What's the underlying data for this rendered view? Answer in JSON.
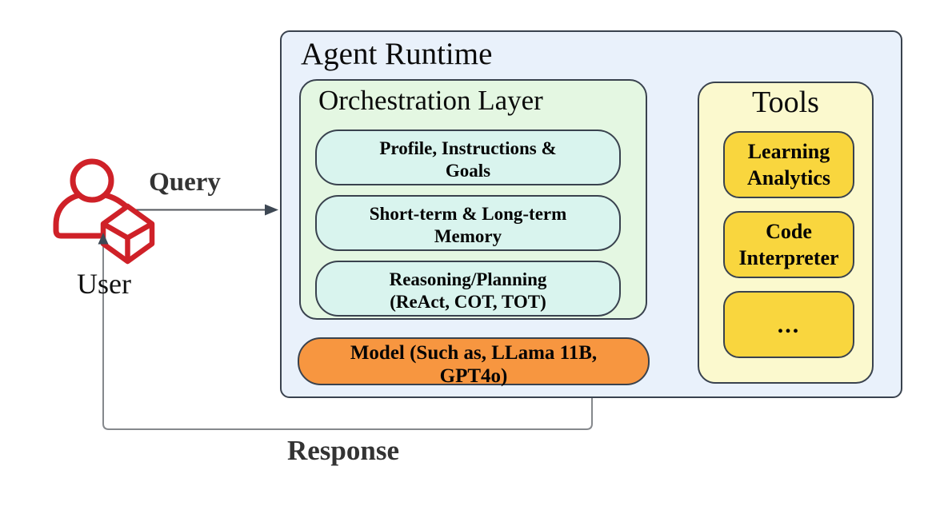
{
  "colors": {
    "runtime_fill": "#e9f1fb",
    "stroke_dark": "#39424e",
    "orch_fill": "#e4f7e2",
    "node_fill": "#d9f4ee",
    "model_fill": "#f79640",
    "tools_fill": "#fbf9ce",
    "tool_fill": "#f9d63e",
    "user_red": "#cf2128",
    "line_dark": "#53575d",
    "line_light": "#85888c",
    "arrowhead": "#3e4854",
    "label_ink": "#333333"
  },
  "user": {
    "label": "User"
  },
  "edges": {
    "query_label": "Query",
    "response_label": "Response"
  },
  "agent_runtime": {
    "title": "Agent Runtime",
    "orchestration": {
      "title": "Orchestration Layer",
      "items": [
        {
          "id": "profile",
          "lines": [
            "Profile, Instructions &",
            "Goals"
          ]
        },
        {
          "id": "memory",
          "lines": [
            "Short-term & Long-term",
            "Memory"
          ]
        },
        {
          "id": "reasoning",
          "lines": [
            "Reasoning/Planning",
            "(ReAct, COT, TOT)"
          ]
        }
      ]
    },
    "model": {
      "lines": [
        "Model (Such as, LLama 11B,",
        "GPT4o)"
      ]
    }
  },
  "tools": {
    "title": "Tools",
    "items": [
      {
        "id": "learning-analytics",
        "lines": [
          "Learning",
          "Analytics"
        ]
      },
      {
        "id": "code-interpreter",
        "lines": [
          "Code",
          "Interpreter"
        ]
      },
      {
        "id": "more",
        "lines": [
          "..."
        ]
      }
    ]
  }
}
